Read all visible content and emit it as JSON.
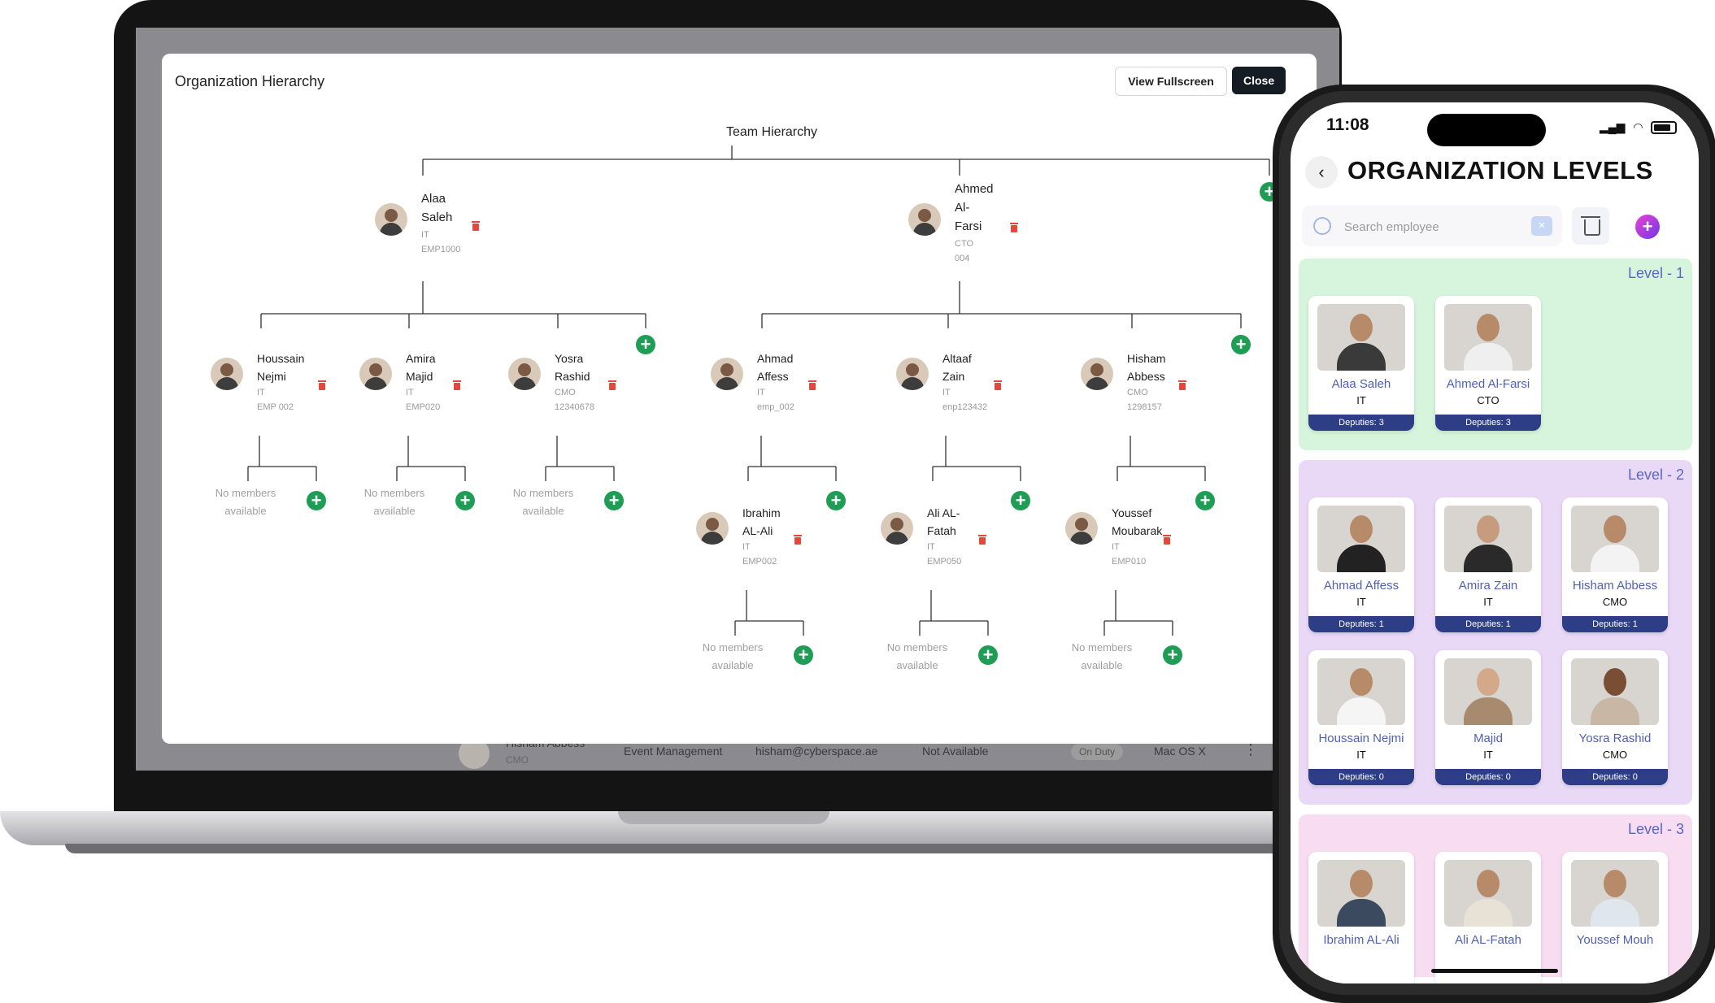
{
  "modal": {
    "title": "Organization Hierarchy",
    "fullscreen_label": "View Fullscreen",
    "close_label": "Close"
  },
  "background_row": {
    "name": "Hisham Abbess",
    "role": "CMO",
    "department": "Event Management",
    "email": "hisham@cyberspace.ae",
    "availability": "Not Available",
    "status": "On Duty",
    "os": "Mac OS X"
  },
  "tree": {
    "root": "Team Hierarchy",
    "no_members": "No members available",
    "level1": [
      {
        "name": "Alaa Saleh",
        "name_lines": [
          "Alaa",
          "Saleh"
        ],
        "dept": "IT",
        "id": "EMP1000"
      },
      {
        "name": "Ahmed Al-Farsi",
        "name_lines": [
          "Ahmed",
          "Al-",
          "Farsi"
        ],
        "dept": "CTO",
        "id": "004"
      }
    ],
    "level2": [
      {
        "name_lines": [
          "Houssain",
          "Nejmi"
        ],
        "dept": "IT",
        "id": "EMP 002"
      },
      {
        "name_lines": [
          "Amira",
          "Majid"
        ],
        "dept": "IT",
        "id": "EMP020"
      },
      {
        "name_lines": [
          "Yosra",
          "Rashid"
        ],
        "dept": "CMO",
        "id": "12340678"
      },
      {
        "name_lines": [
          "Ahmad",
          "Affess"
        ],
        "dept": "IT",
        "id": "emp_002"
      },
      {
        "name_lines": [
          "Altaaf",
          "Zain"
        ],
        "dept": "IT",
        "id": "enp123432"
      },
      {
        "name_lines": [
          "Hisham",
          "Abbess"
        ],
        "dept": "CMO",
        "id": "1298157"
      }
    ],
    "level3": [
      {
        "name_lines": [
          "Ibrahim",
          "AL-Ali"
        ],
        "dept": "IT",
        "id": "EMP002"
      },
      {
        "name_lines": [
          "Ali AL-",
          "Fatah"
        ],
        "dept": "IT",
        "id": "EMP050"
      },
      {
        "name_lines": [
          "Youssef",
          "Moubarak"
        ],
        "dept": "IT",
        "id": "EMP010"
      }
    ]
  },
  "phone": {
    "time": "11:08",
    "title": "ORGANIZATION LEVELS",
    "search_placeholder": "Search employee",
    "clear_label": "×",
    "levels": [
      {
        "title": "Level - 1",
        "color": "#d6f5dc",
        "cards": [
          {
            "name": "Alaa Saleh",
            "role": "IT",
            "deputies": "Deputies: 3"
          },
          {
            "name": "Ahmed Al-Farsi",
            "role": "CTO",
            "deputies": "Deputies: 3"
          }
        ]
      },
      {
        "title": "Level - 2",
        "color": "#e9d8f6",
        "cards": [
          {
            "name": "Ahmad Affess",
            "role": "IT",
            "deputies": "Deputies: 1"
          },
          {
            "name": "Amira Zain",
            "role": "IT",
            "deputies": "Deputies: 1"
          },
          {
            "name": "Hisham Abbess",
            "role": "CMO",
            "deputies": "Deputies: 1"
          },
          {
            "name": "Houssain Nejmi",
            "role": "IT",
            "deputies": "Deputies: 0"
          },
          {
            "name": "Majid",
            "role": "IT",
            "deputies": "Deputies: 0"
          },
          {
            "name": "Yosra Rashid",
            "role": "CMO",
            "deputies": "Deputies: 0"
          }
        ]
      },
      {
        "title": "Level - 3",
        "color": "#f7dcf2",
        "cards": [
          {
            "name": "Ibrahim AL-Ali"
          },
          {
            "name": "Ali AL-Fatah"
          },
          {
            "name": "Youssef Mouh"
          }
        ]
      }
    ]
  }
}
